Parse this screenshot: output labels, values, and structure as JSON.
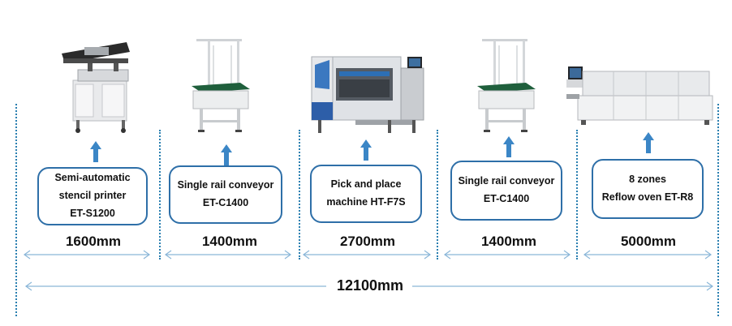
{
  "stations": [
    {
      "name": "stencil-printer",
      "lines": [
        "Semi-automatic",
        "stencil printer",
        "ET-S1200"
      ],
      "length": "1600mm"
    },
    {
      "name": "conveyor-1",
      "lines": [
        "Single rail conveyor",
        "ET-C1400"
      ],
      "length": "1400mm"
    },
    {
      "name": "pick-and-place",
      "lines": [
        "Pick and place",
        "machine HT-F7S"
      ],
      "length": "2700mm"
    },
    {
      "name": "conveyor-2",
      "lines": [
        "Single rail conveyor",
        "ET-C1400"
      ],
      "length": "1400mm"
    },
    {
      "name": "reflow-oven",
      "lines": [
        "8 zones",
        "Reflow oven ET-R8"
      ],
      "length": "5000mm"
    }
  ],
  "total_length": "12100mm",
  "colors": {
    "box_border": "#2e6fa8",
    "arrow": "#3b86c6",
    "dim_line": "#8ab6d8",
    "divider": "#2a7fb0"
  }
}
